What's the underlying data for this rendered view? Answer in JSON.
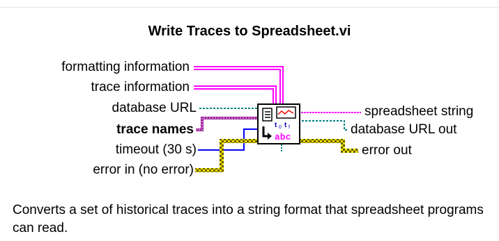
{
  "title": "Write Traces to Spreadsheet.vi",
  "inputs": [
    {
      "label": "formatting information",
      "bold": false,
      "wire": "string-array"
    },
    {
      "label": "trace information",
      "bold": false,
      "wire": "string-array"
    },
    {
      "label": "database URL",
      "bold": false,
      "wire": "refnum"
    },
    {
      "label": "trace names",
      "bold": true,
      "wire": "string-array-small"
    },
    {
      "label": "timeout (30 s)",
      "bold": false,
      "wire": "numeric"
    },
    {
      "label": "error in (no error)",
      "bold": false,
      "wire": "error-cluster"
    }
  ],
  "outputs": [
    {
      "label": "spreadsheet string",
      "wire": "string"
    },
    {
      "label": "database URL out",
      "wire": "refnum"
    },
    {
      "label": "error out",
      "wire": "error-cluster"
    }
  ],
  "icon": {
    "name": "write-traces-to-spreadsheet-icon",
    "glyph_text": "abc",
    "subscript_a": "0",
    "subscript_b": "f"
  },
  "colors": {
    "string_wire": "#ff00ff",
    "refnum_wire": "#008080",
    "numeric_wire": "#0000ff",
    "error_wire_dark": "#6b5600",
    "error_wire_light": "#e8e800",
    "small_string_wire": "#a020a0"
  },
  "description": "Converts a set of historical traces into a string format that spreadsheet programs can read."
}
